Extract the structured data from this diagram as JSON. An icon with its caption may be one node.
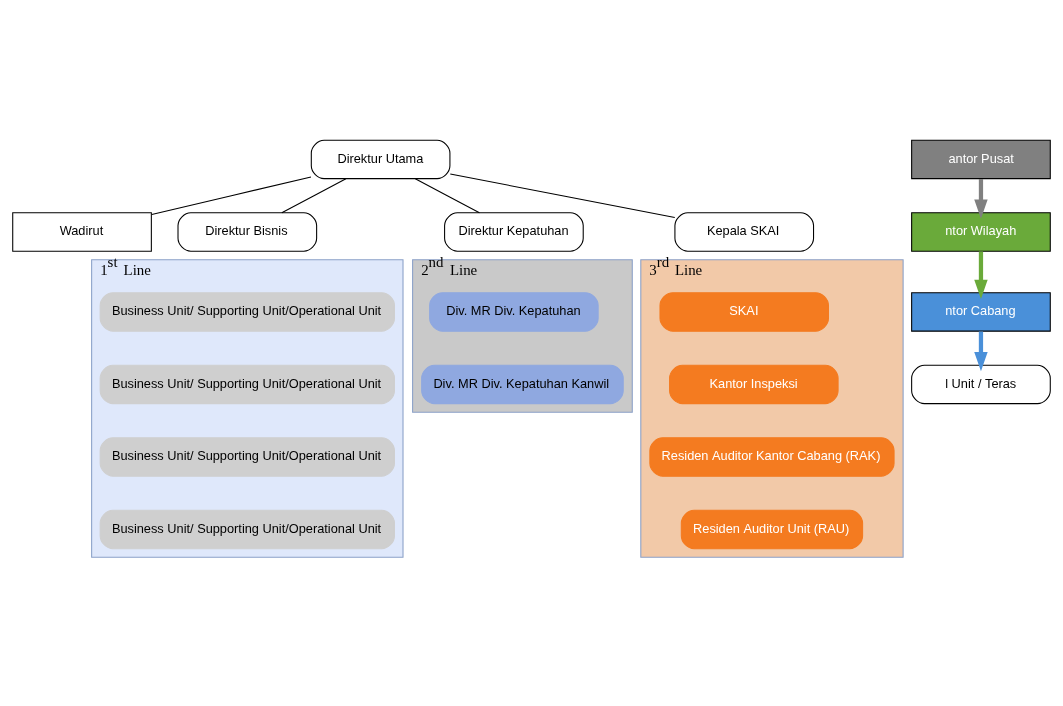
{
  "diagram": {
    "nodes": [
      {
        "text": [
          "Direktur Utama"
        ]
      },
      {
        "text": [
          "Wadirut"
        ]
      },
      {
        "text": [
          "Direktur Bisnis"
        ]
      },
      {
        "text": [
          "Direktur Kepatuhan"
        ]
      },
      {
        "text": [
          "Kepala SKAI"
        ]
      },
      {
        "text": [
          "1$^{st}$ Line"
        ]
      },
      {
        "text": [
          "Business Unit/ Supporting Unit/Operational Unit"
        ],
        "in": 5
      },
      {
        "text": [
          "Business Unit/ Supporting Unit/Operational Unit"
        ],
        "in": 5
      },
      {
        "text": [
          "Business Unit/ Supporting Unit/Operational Unit"
        ],
        "in": 5
      },
      {
        "text": [
          "Business Unit/ Supporting Unit/Operational Unit"
        ],
        "in": 5
      },
      {
        "text": [
          "2$^{nd}$ Line"
        ]
      },
      {
        "text": [
          "Div. MR Div. Kepatuhan"
        ],
        "in": 10
      },
      {
        "text": [
          "Div. MR Div. Kepatuhan Kanwil"
        ],
        "in": 10
      },
      {
        "text": [
          "3$^{rd}$ Line"
        ]
      },
      {
        "text": [
          "SKAI"
        ],
        "in": 13
      },
      {
        "text": [
          "Kantor Inspeksi"
        ],
        "in": 13
      },
      {
        "text": [
          "Residen Auditor Kantor Cabang (RAK)"
        ],
        "in": 13
      },
      {
        "text": [
          "Residen Auditor Unit (RAU)"
        ],
        "in": 13
      },
      {
        "text": [
          "antor Pusat"
        ]
      },
      {
        "text": [
          "ntor Wilayah"
        ]
      },
      {
        "text": [
          "ntor Cabang"
        ]
      },
      {
        "text": [
          "l Unit / Teras"
        ]
      }
    ],
    "edges": [
      {
        "from": 0,
        "to": 1,
        "arrow": "none"
      },
      {
        "from": 0,
        "to": 2,
        "arrow": "none"
      },
      {
        "from": 0,
        "to": 3,
        "arrow": "none"
      },
      {
        "from": 0,
        "to": 4,
        "arrow": "none"
      },
      {
        "from": 18,
        "to": 19,
        "arrow": "to",
        "color": "#808080",
        "style": "thick"
      },
      {
        "from": 19,
        "to": 20,
        "arrow": "to",
        "color": "#6aaa3a",
        "style": "thick"
      },
      {
        "from": 20,
        "to": 21,
        "arrow": "to",
        "color": "#4a90d9",
        "style": "thick"
      }
    ]
  }
}
